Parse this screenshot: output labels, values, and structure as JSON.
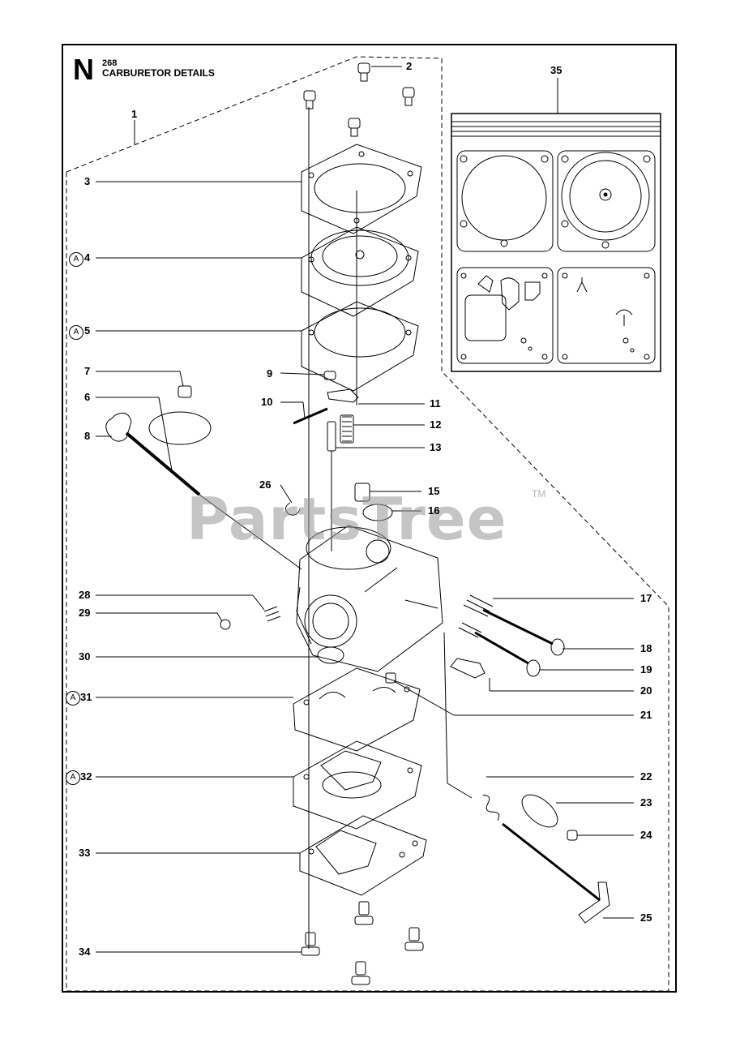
{
  "section": {
    "letter": "N",
    "model": "268",
    "title": "CARBURETOR DETAILS"
  },
  "watermark": {
    "text": "PartsTree",
    "tm": "TM"
  },
  "callouts": [
    {
      "num": "1"
    },
    {
      "num": "2"
    },
    {
      "num": "3"
    },
    {
      "num": "4",
      "badge": "A"
    },
    {
      "num": "5",
      "badge": "A"
    },
    {
      "num": "6"
    },
    {
      "num": "7"
    },
    {
      "num": "8"
    },
    {
      "num": "9"
    },
    {
      "num": "10"
    },
    {
      "num": "11"
    },
    {
      "num": "12"
    },
    {
      "num": "13"
    },
    {
      "num": "15"
    },
    {
      "num": "16"
    },
    {
      "num": "17"
    },
    {
      "num": "18"
    },
    {
      "num": "19"
    },
    {
      "num": "20"
    },
    {
      "num": "21"
    },
    {
      "num": "22"
    },
    {
      "num": "23"
    },
    {
      "num": "24"
    },
    {
      "num": "25"
    },
    {
      "num": "26"
    },
    {
      "num": "28"
    },
    {
      "num": "29"
    },
    {
      "num": "30"
    },
    {
      "num": "31",
      "badge": "A"
    },
    {
      "num": "32",
      "badge": "A"
    },
    {
      "num": "33"
    },
    {
      "num": "34"
    },
    {
      "num": "35"
    }
  ],
  "colors": {
    "line": "#000000",
    "watermark": "#969696"
  }
}
